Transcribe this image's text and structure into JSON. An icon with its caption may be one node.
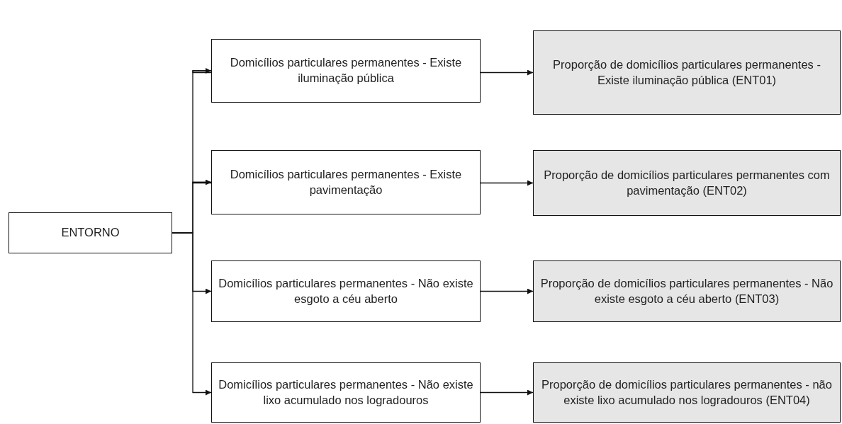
{
  "diagram": {
    "nodes": [
      {
        "text": [
          "ENTORNO"
        ]
      },
      {
        "text": [
          "Domicílios particulares permanentes - Existe iluminação pública"
        ]
      },
      {
        "text": [
          "Proporção de domicílios particulares permanentes - Existe iluminação pública (ENT01)"
        ]
      },
      {
        "text": [
          "Domicílios particulares permanentes - Existe pavimentação"
        ]
      },
      {
        "text": [
          "Proporção de domicílios particulares permanentes com pavimentação (ENT02)"
        ]
      },
      {
        "text": [
          "Domicílios particulares permanentes - Não existe esgoto a céu aberto"
        ]
      },
      {
        "text": [
          "Proporção de domicílios particulares permanentes - Não existe esgoto a céu aberto (ENT03)"
        ]
      },
      {
        "text": [
          "Domicílios particulares permanentes - Não existe lixo acumulado nos logradouros"
        ]
      },
      {
        "text": [
          "Proporção de domicílios particulares permanentes - não existe lixo acumulado nos logradouros  (ENT04)"
        ]
      }
    ],
    "edges": [
      {
        "from": 0,
        "to": 1,
        "arrow": "to"
      },
      {
        "from": 0,
        "to": 3,
        "arrow": "to"
      },
      {
        "from": 0,
        "to": 5,
        "arrow": "to"
      },
      {
        "from": 0,
        "to": 7,
        "arrow": "to"
      },
      {
        "from": 1,
        "to": 2,
        "arrow": "to"
      },
      {
        "from": 3,
        "to": 4,
        "arrow": "to"
      },
      {
        "from": 5,
        "to": 6,
        "arrow": "to"
      },
      {
        "from": 7,
        "to": 8,
        "arrow": "to"
      }
    ]
  }
}
